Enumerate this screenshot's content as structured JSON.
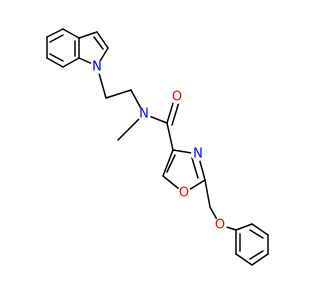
{
  "molecule": {
    "atom_labels": {
      "n_indole": "N",
      "n_amide": "N",
      "o_carbonyl": "O",
      "n_oxazole": "N",
      "o_oxazole": "O",
      "o_ether": "O"
    },
    "colors": {
      "bond": "#000000",
      "nitrogen": "#0000ff",
      "oxygen": "#ff0000"
    }
  }
}
